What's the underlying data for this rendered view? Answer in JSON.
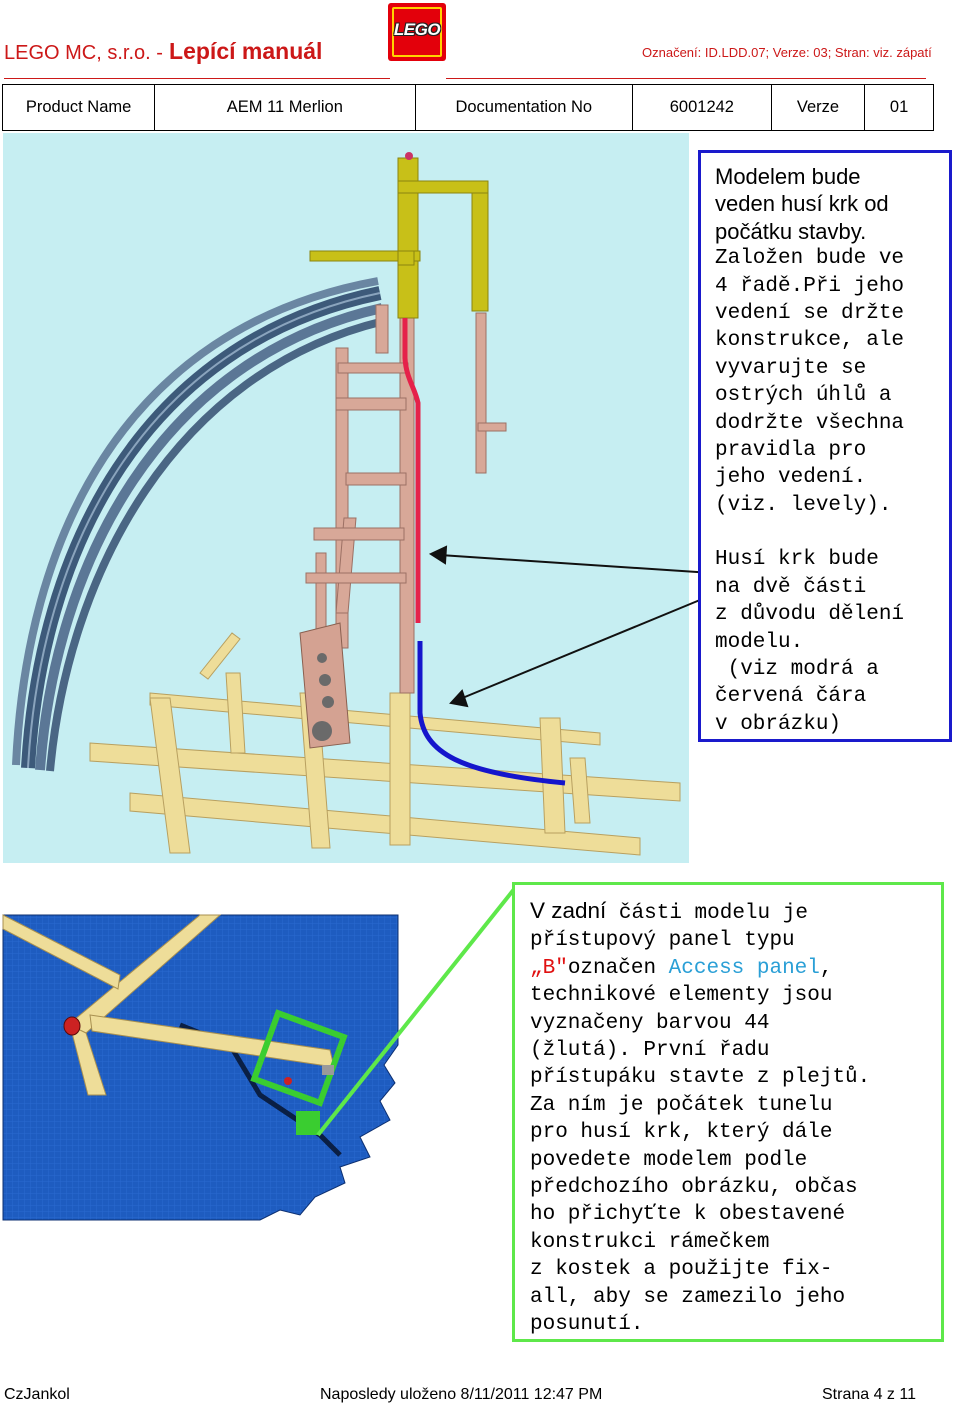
{
  "header": {
    "company": "LEGO MC, s.r.o. -",
    "manual_title": "Lepící manuál",
    "doc_marking": "Označení: ID.LDD.07; Verze: 03; Stran: viz. zápatí",
    "logo_text": "LEGO"
  },
  "info_table": {
    "product_name_label": "Product Name",
    "product_name_value": "AEM 11 Merlion",
    "documentation_label": "Documentation No",
    "documentation_value": "6001242",
    "version_label": "Verze",
    "version_value": "01"
  },
  "note_top": {
    "lines": [
      "Modelem bude",
      "veden husí krk od",
      "počátku stavby.",
      "Založen bude ve",
      "4 řadě.Při jeho",
      "vedení se držte",
      "konstrukce, ale",
      "vyvarujte se",
      "ostrých úhlů a",
      "dodržte všechna",
      "pravidla pro",
      "jeho vedení.",
      "(viz. levely).",
      "",
      "Husí krk bude",
      "na dvě části",
      "z důvodu dělení",
      "modelu.",
      " (viz modrá a",
      "červená čára",
      "v obrázku)"
    ]
  },
  "note_bottom": {
    "lead": "V zadní",
    "line1_rest": " části modelu je",
    "line2": "přístupový panel typu",
    "quote_open": "„",
    "letter_b": "B",
    "quote_close": "\"",
    "line3_mid": "označen ",
    "access_panel": "Access panel",
    "line3_end": ",",
    "lines": [
      "technikové elementy jsou",
      "vyznačeny barvou 44",
      "(žlutá). První řadu",
      "přístupáku stavte z plejtů.",
      "Za ním je počátek tunelu",
      "pro husí krk, který dále",
      "povedete modelem podle",
      "předchozího obrázku, občas",
      "ho přichyťte k obestavené",
      "konstrukci rámečkem",
      "z kostek a použijte fix-",
      "all, aby se zamezilo jeho",
      "posunutí."
    ]
  },
  "footer": {
    "author": "CzJankol",
    "saved": "Naposledy uloženo 8/11/2011 12:47 PM",
    "page": "Strana 4 z 11"
  },
  "colors": {
    "header_red": "#cc1818",
    "note_blue_border": "#1a1acc",
    "note_green_border": "#5ee84a",
    "render_bg": "#c6eef2",
    "frame_tan": "#eedd99",
    "frame_pink": "#d8a898",
    "neck_red": "#e5224a",
    "neck_blue": "#1515cc",
    "floor_blue": "#1e5cc0"
  }
}
